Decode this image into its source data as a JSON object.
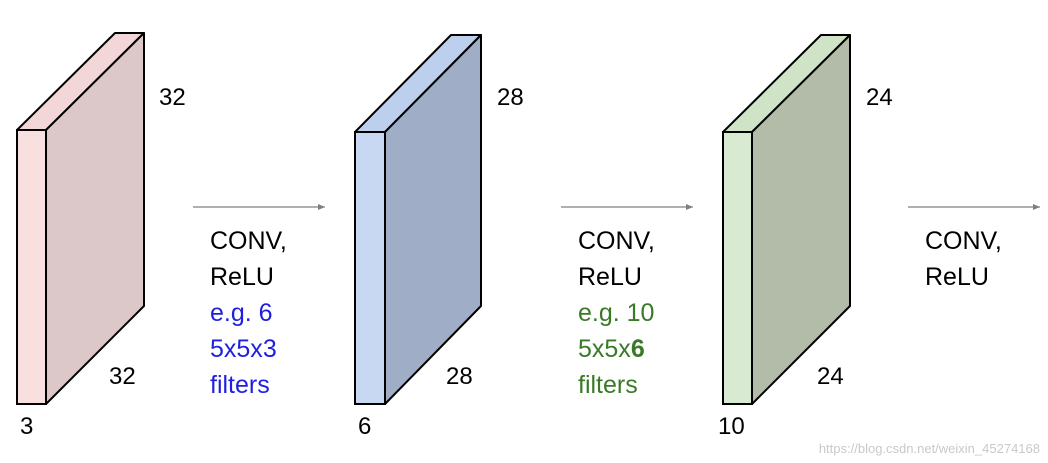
{
  "colors": {
    "block1": {
      "front": "#f8e0e1",
      "side": "#dcc8c8",
      "top": "#f3d6d7"
    },
    "block2": {
      "front": "#c8d8f2",
      "side": "#a0adc6",
      "top": "#bcd0ee"
    },
    "block3": {
      "front": "#d9ead3",
      "side": "#b2bca9",
      "top": "#cfe3c7"
    },
    "arrow": "#7f7f7f",
    "blue_text": "#1f1fe0",
    "green_text": "#3a7a27"
  },
  "volumes": [
    {
      "height": "32",
      "width": "32",
      "depth": "3"
    },
    {
      "height": "28",
      "width": "28",
      "depth": "6"
    },
    {
      "height": "24",
      "width": "24",
      "depth": "10"
    }
  ],
  "steps": [
    {
      "op_line1": "CONV,",
      "op_line2": "ReLU",
      "eg": "e.g. 6",
      "filter_prefix": "5x5x",
      "filter_depth": "3",
      "filters": "filters"
    },
    {
      "op_line1": "CONV,",
      "op_line2": "ReLU",
      "eg": "e.g. 10",
      "filter_prefix": "5x5x",
      "filter_depth": "6",
      "filters": "filters"
    },
    {
      "op_line1": "CONV,",
      "op_line2": "ReLU"
    }
  ],
  "watermark": "https://blog.csdn.net/weixin_45274168"
}
